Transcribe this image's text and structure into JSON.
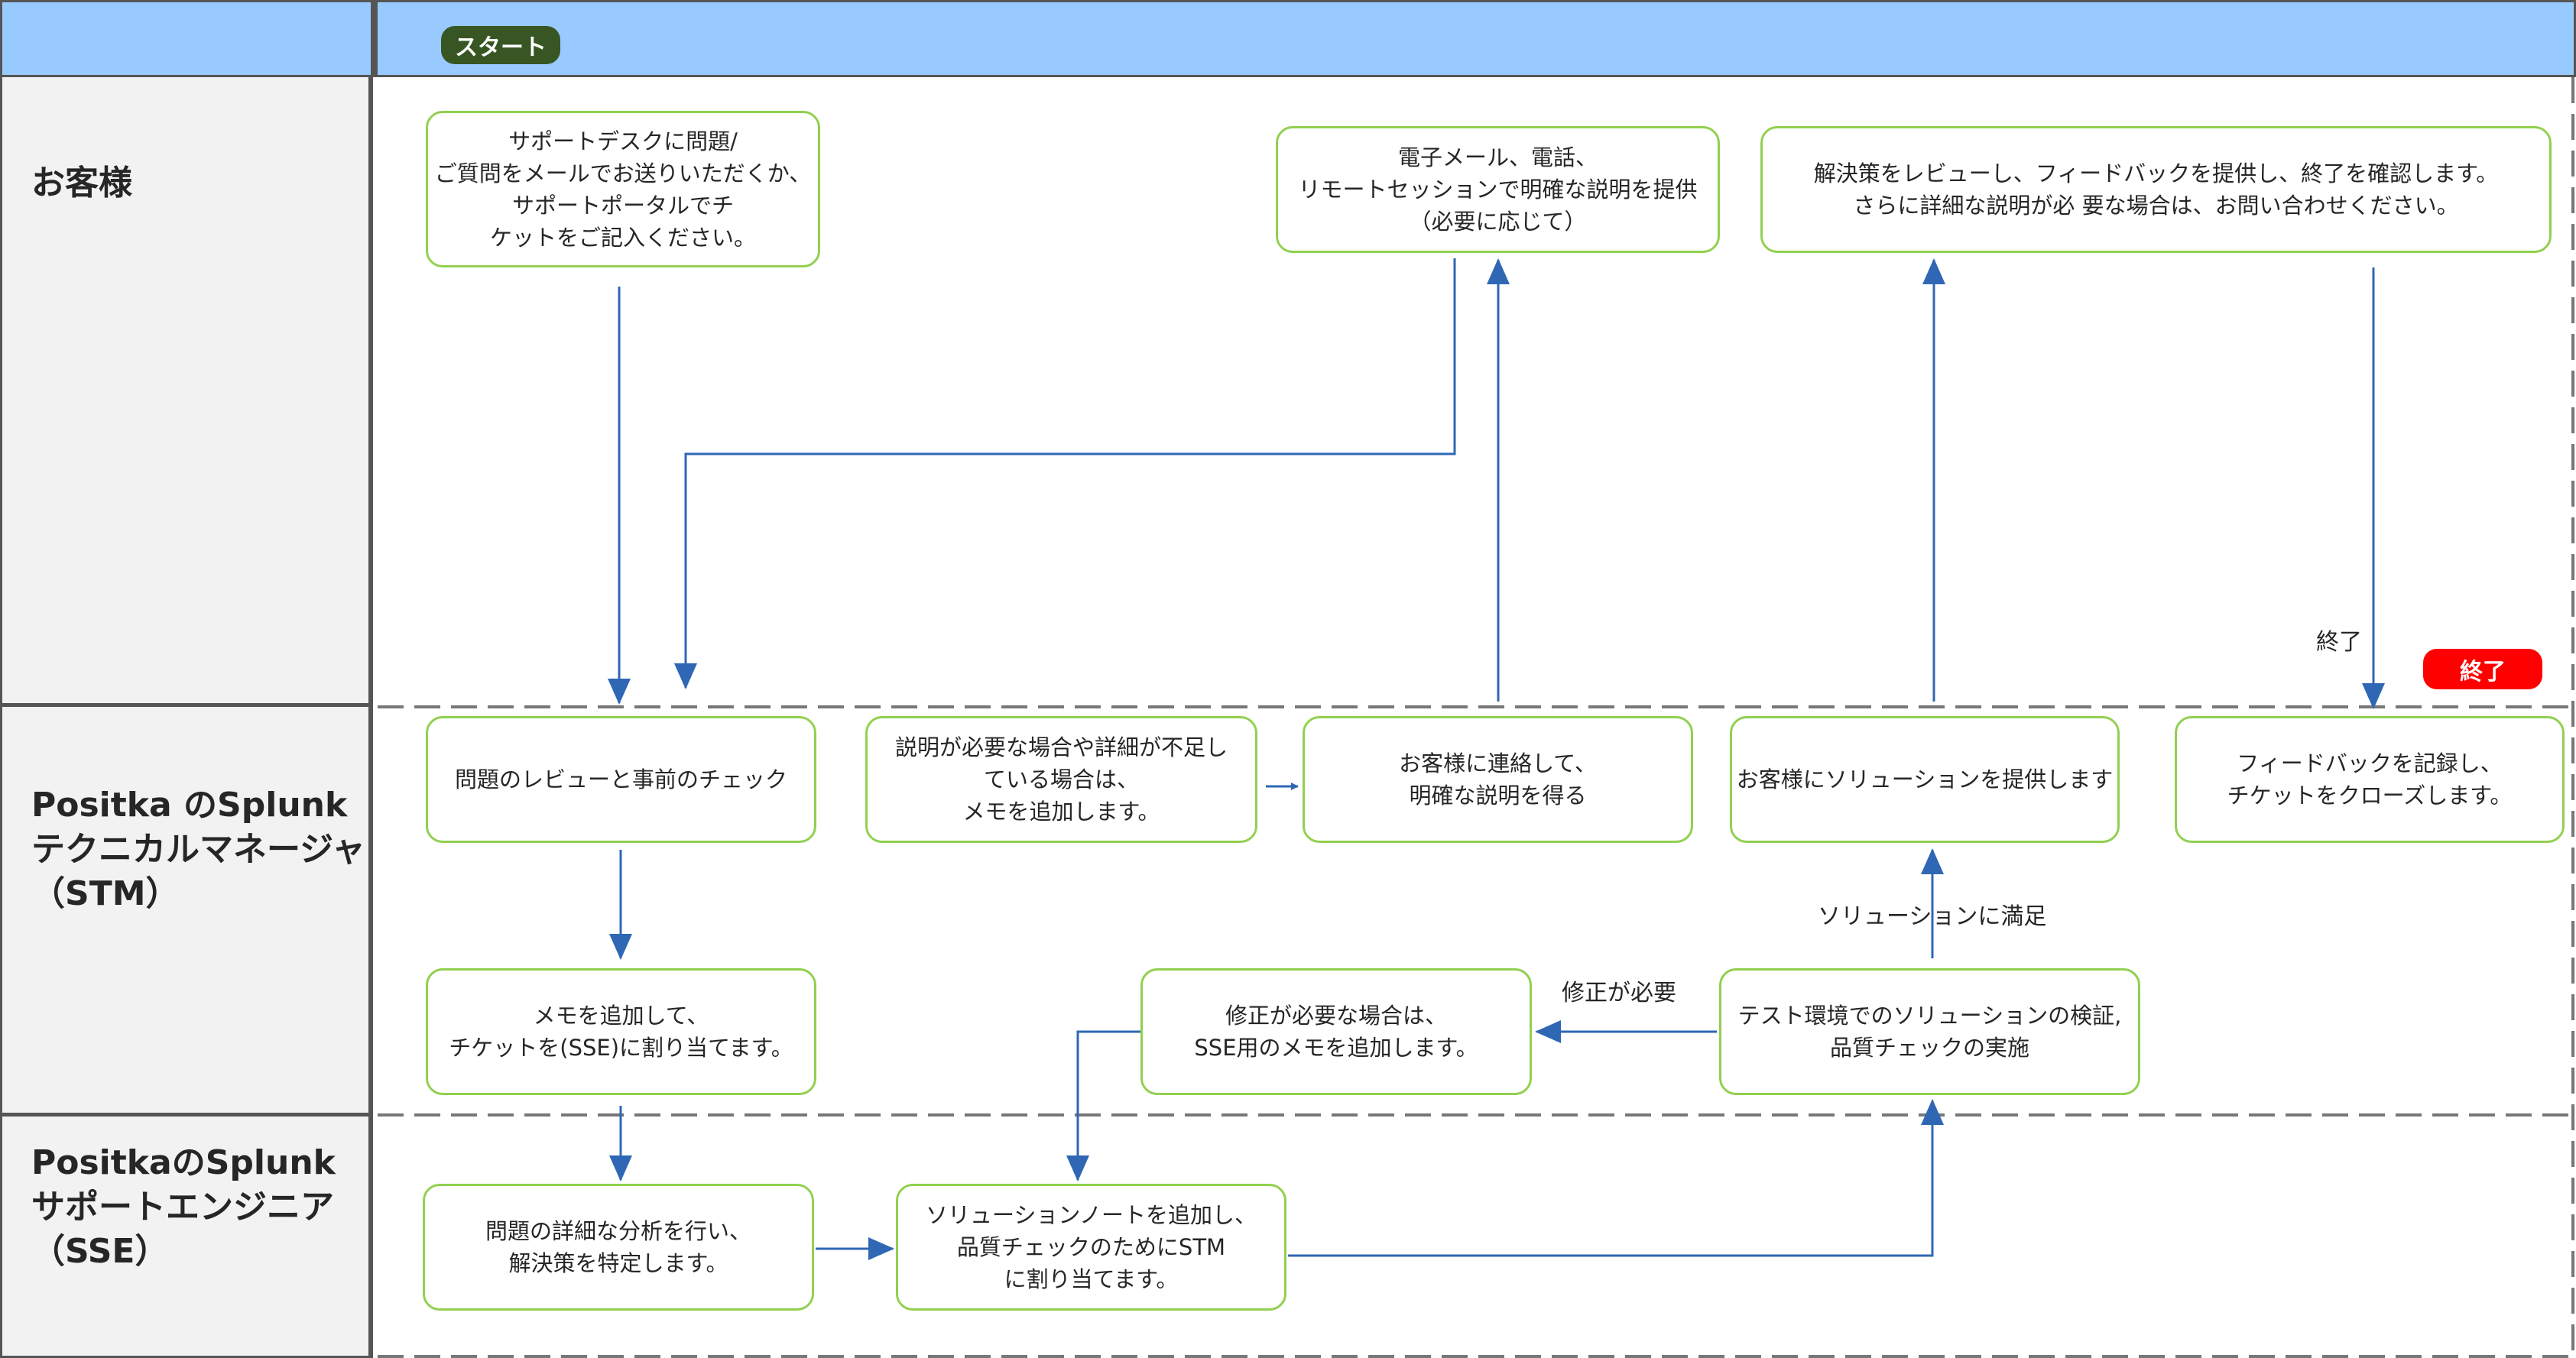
{
  "start_label": "スタート",
  "end_label": "終了",
  "lanes": {
    "customer": [
      "お客様"
    ],
    "stm": [
      "Positka のSplunk",
      "テクニカルマネージャ",
      "（STM）"
    ],
    "sse": [
      "PositkaのSplunk",
      "サポートエンジニア",
      "（SSE）"
    ]
  },
  "boxes": {
    "c1": [
      "サポートデスクに問題/",
      "ご質問をメールでお送りいただくか、",
      "サポートポータルでチ",
      "ケットをご記入ください。"
    ],
    "c2": [
      "電子メール、電話、",
      "リモートセッションで明確な説明を提供",
      "（必要に応じて）"
    ],
    "c3": [
      "解決策をレビューし、フィードバックを提供し、終了を確認します。",
      "さらに詳細な説明が必 要な場合は、お問い合わせください。"
    ],
    "s1": [
      "問題のレビューと事前のチェック"
    ],
    "s2": [
      "説明が必要な場合や詳細が不足し",
      "ている場合は、",
      "メモを追加します。"
    ],
    "s3": [
      "お客様に連絡して、",
      "明確な説明を得る"
    ],
    "s4": [
      "お客様にソリューションを提供します"
    ],
    "s5": [
      "フィードバックを記録し、",
      "チケットをクローズします。"
    ],
    "s6": [
      "メモを追加して、",
      "チケットを(SSE)に割り当てます。"
    ],
    "s7": [
      "修正が必要な場合は、",
      "SSE用のメモを追加します。"
    ],
    "s8": [
      "テスト環境でのソリューションの検証,",
      "品質チェックの実施"
    ],
    "e1": [
      "問題の詳細な分析を行い、",
      "解決策を特定します。"
    ],
    "e2": [
      "ソリューションノートを追加し、",
      "品質チェックのためにSTM",
      "に割り当てます。"
    ]
  },
  "edge_labels": {
    "end_edge": "終了",
    "satisfied": "ソリューションに満足",
    "fix_needed": "修正が必要"
  },
  "colors": {
    "header_bg": "#99caff",
    "lane_bg": "#f2f2f2",
    "box_border": "#92d050",
    "arrow": "#2f67b5",
    "start_pill": "#375623",
    "end_pill": "#ff0000"
  }
}
